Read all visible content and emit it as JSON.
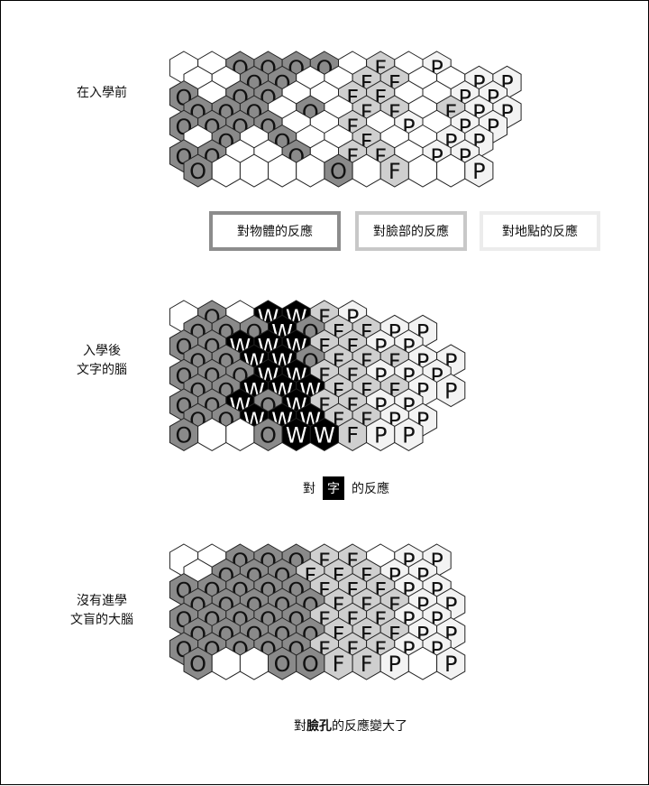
{
  "colors": {
    "O": "#8a8a8a",
    "F": "#cfcfcf",
    "P": "#f3f3f3",
    "W": "#000000",
    "empty": "#ffffff",
    "legend_object": "#8c8c8c",
    "legend_face": "#c8c8c8",
    "legend_place": "#ececec"
  },
  "panels": [
    {
      "label": [
        "在入學前"
      ],
      "rows": [
        "__OOOO_F_P",
        "__OO__FF__PP",
        "O_OO__FF__PP",
        "OOO_O_FF_FPP",
        "OOOO__F_P_PP",
        "_O_O__F__PP",
        "OO__O_FF_PP",
        "O____O_F__P"
      ]
    },
    {
      "label": [
        "入學後",
        "文字的腦"
      ],
      "rows": [
        "_O_WWFP",
        "OOOWOFFPP",
        "OOWWWFFPP",
        "OOWWOFFFPP",
        "OOOWWFFPPP",
        "OOWWWFFFPP",
        "OOWOWFFPP",
        "OOWWWFFPP",
        "O__OWWFPP"
      ]
    },
    {
      "label": [
        "沒有進學",
        "文盲的大腦"
      ],
      "rows": [
        "__OOOFF_PP",
        "_OOOFFFPP",
        "OOOOOFFFPP",
        "OOOOOFFFPP",
        "OOOOOFFFPP",
        "OOOOOFFFPP",
        "OOOOOFFFPP",
        "O__OOFFP_P"
      ]
    }
  ],
  "legend": {
    "object": "對物體的反應",
    "face": "對臉部的反應",
    "place": "對地點的反應"
  },
  "captions": {
    "panel2": {
      "pre": "對",
      "highlight": "字",
      "post": "的反應"
    },
    "panel3": {
      "pre": "對",
      "bold": "臉孔",
      "post": "的反應變大了"
    }
  }
}
